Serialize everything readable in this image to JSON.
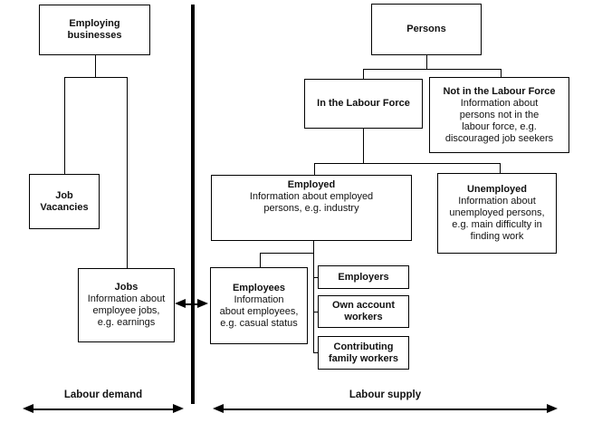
{
  "diagram": {
    "boxes": {
      "employing_businesses": {
        "title": "Employing\nbusinesses"
      },
      "job_vacancies": {
        "title": "Job\nVacancies"
      },
      "jobs": {
        "title": "Jobs",
        "body": "Information about\nemployee jobs,\ne.g. earnings"
      },
      "persons": {
        "title": "Persons"
      },
      "in_labour_force": {
        "title": "In the Labour Force"
      },
      "not_in_labour_force": {
        "title": "Not in the Labour Force",
        "body": "Information about\npersons not in the\nlabour force, e.g.\ndiscouraged job seekers"
      },
      "employed": {
        "title": "Employed",
        "body": "Information about employed\npersons, e.g. industry"
      },
      "unemployed": {
        "title": "Unemployed",
        "body": "Information about\nunemployed persons,\ne.g. main difficulty in\nfinding work"
      },
      "employees": {
        "title": "Employees",
        "body": "Information\nabout employees,\ne.g. casual status"
      },
      "employers": {
        "title": "Employers"
      },
      "own_account_workers": {
        "title": "Own account\nworkers"
      },
      "contributing_family_workers": {
        "title": "Contributing\nfamily workers"
      }
    },
    "labels": {
      "labour_demand": "Labour demand",
      "labour_supply": "Labour supply"
    },
    "colors": {
      "line": "#000000",
      "background": "#ffffff",
      "text": "#111111"
    }
  }
}
